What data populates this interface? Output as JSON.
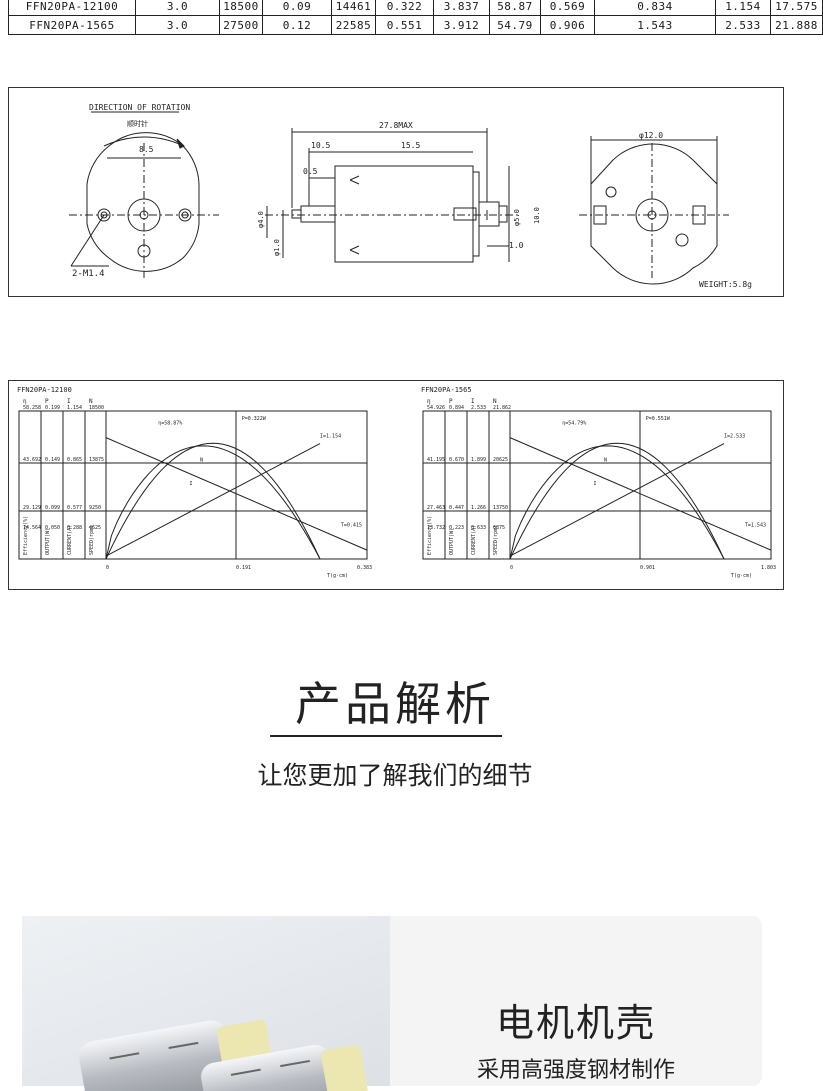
{
  "spec_table": {
    "rows": [
      [
        "FFN20PA-12100",
        "3.0",
        "18500",
        "0.09",
        "14461",
        "0.322",
        "3.837",
        "58.87",
        "0.569",
        "0.834",
        "1.154",
        "17.575"
      ],
      [
        "FFN20PA-1565",
        "3.0",
        "27500",
        "0.12",
        "22585",
        "0.551",
        "3.912",
        "54.79",
        "0.906",
        "1.543",
        "2.533",
        "21.888"
      ]
    ]
  },
  "dimension_drawing": {
    "direction_label": "DIRECTION OF ROTATION",
    "direction_sub": "顺时针",
    "dim_8_5": "8.5",
    "screw_label": "2-M1.4",
    "dim_total": "27.8MAX",
    "dim_10_5": "10.5",
    "dim_15_5": "15.5",
    "dim_0_5": "0.5",
    "dim_shaft_l": "φ1.0",
    "dim_bush": "φ4.0",
    "dim_phi5": "φ5.0",
    "dim_10_0": "10.0",
    "dim_1_0": "1.0",
    "dim_phi12": "φ12.0",
    "weight": "WEIGHT:5.8g"
  },
  "charts": {
    "left": {
      "title": "FFN20PA-12100",
      "col_heads": [
        "η",
        "P",
        "I",
        "N"
      ],
      "row1": [
        "58.258",
        "0.199",
        "1.154",
        "18500"
      ],
      "row2": [
        "43.692",
        "0.149",
        "0.865",
        "13875"
      ],
      "row3": [
        "29.129",
        "0.099",
        "0.577",
        "9250"
      ],
      "row4": [
        "14.564",
        "0.050",
        "0.288",
        "4625"
      ],
      "axis_vlabels": [
        "Efficiency(%)",
        "OUTPUT(W)",
        "CURRENT(A)",
        "SPEED(rpm)"
      ],
      "curve_labels": [
        "η=58.87%",
        "P=0.322W",
        "I=1.154",
        "N",
        "I",
        "T=0.415"
      ],
      "x_ticks": [
        "0",
        "0.191",
        "0.383"
      ],
      "x_label": "T(g·cm)"
    },
    "right": {
      "title": "FFN20PA-1565",
      "col_heads": [
        "η",
        "P",
        "I",
        "N"
      ],
      "row1": [
        "54.926",
        "0.894",
        "2.533",
        "21.862"
      ],
      "row2": [
        "41.195",
        "0.670",
        "1.899",
        "20625"
      ],
      "row3": [
        "27.463",
        "0.447",
        "1.266",
        "13750"
      ],
      "row4": [
        "13.732",
        "0.223",
        "0.633",
        "6875"
      ],
      "axis_vlabels": [
        "Efficiency(%)",
        "OUTPUT(W)",
        "CURRENT(A)",
        "SPEED(rpm)"
      ],
      "curve_labels": [
        "η=54.79%",
        "P=0.551W",
        "I=2.533",
        "N",
        "I",
        "T=1.543"
      ],
      "x_ticks": [
        "0",
        "0.901",
        "1.803"
      ],
      "x_label": "T(g·cm)"
    }
  },
  "section": {
    "title": "产品解析",
    "subtitle": "让您更加了解我们的细节"
  },
  "feature": {
    "title": "电机机壳",
    "desc": "采用高强度钢材制作"
  }
}
